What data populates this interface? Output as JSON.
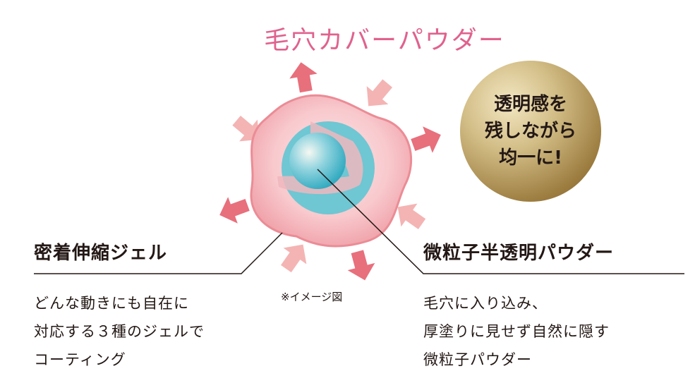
{
  "title": "毛穴カバーパウダー",
  "badge": {
    "lines": [
      "透明感を",
      "残しながら",
      "均一に!"
    ]
  },
  "left": {
    "heading": "密着伸縮ジェル",
    "lines": [
      "どんな動きにも自在に",
      "対応する３種のジェルで",
      "コーティング"
    ]
  },
  "right": {
    "heading": "微粒子半透明パウダー",
    "lines": [
      "毛穴に入り込み、",
      "厚塗りに見せず自然に隠す",
      "微粒子パウダー"
    ]
  },
  "note": "※イメージ図",
  "colors": {
    "title": "#e0628e",
    "arrow_out": "#e86f7c",
    "arrow_in": "#f4b4b4",
    "gel": "#f2a3ab",
    "powder": "#5bbfcf",
    "gold": "#b0925a"
  }
}
